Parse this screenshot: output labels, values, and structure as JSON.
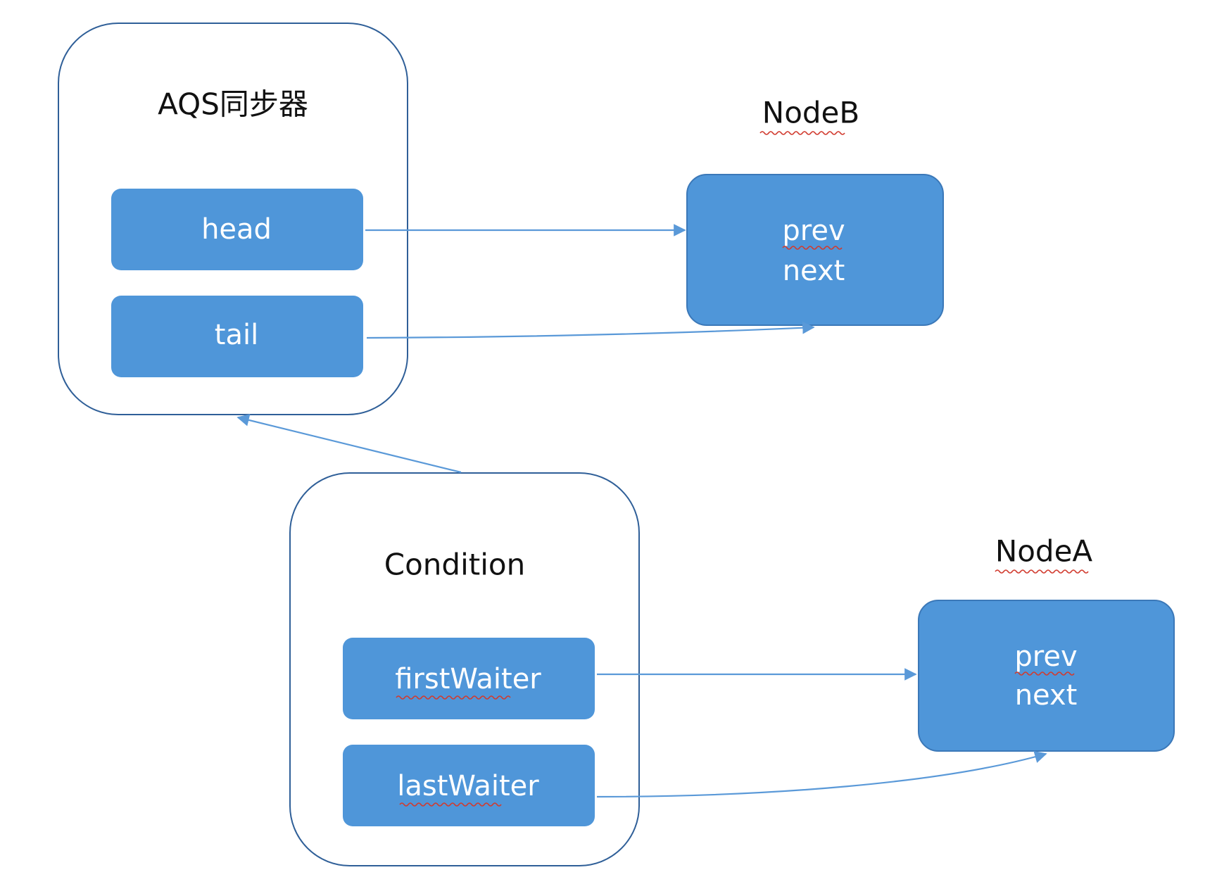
{
  "aqs": {
    "title": "AQS同步器",
    "head_label": "head",
    "tail_label": "tail"
  },
  "node_b": {
    "title": "NodeB",
    "prev_label": "prev",
    "next_label": "next"
  },
  "condition": {
    "title": "Condition",
    "first_label": "firstWaiter",
    "last_label": "lastWaiter"
  },
  "node_a": {
    "title": "NodeA",
    "prev_label": "prev",
    "next_label": "next"
  },
  "colors": {
    "box_fill": "#4f96d9",
    "container_border": "#2f5f98",
    "arrow": "#5a99d8",
    "spellcheck": "#d13b2f"
  }
}
